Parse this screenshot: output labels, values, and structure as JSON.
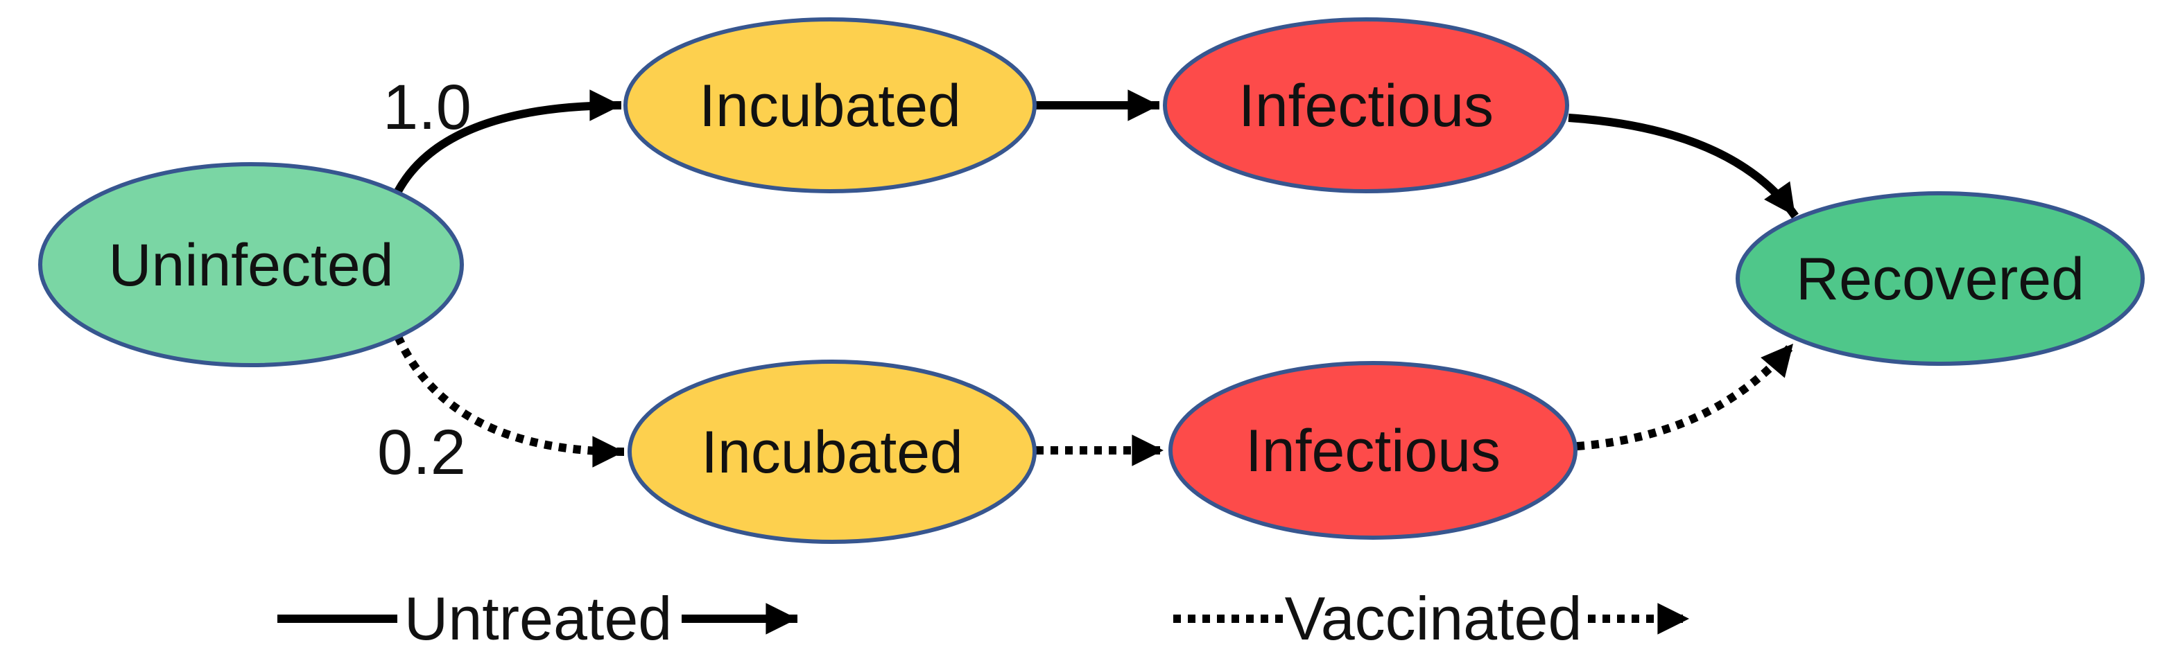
{
  "diagram": {
    "type": "state-transition",
    "nodes": [
      {
        "id": "uninfected",
        "label": "Uninfected",
        "fill": "#7AD6A4",
        "border": "#37568F"
      },
      {
        "id": "incubated-untreated",
        "label": "Incubated",
        "fill": "#FDD04E",
        "border": "#37568F"
      },
      {
        "id": "infectious-untreated",
        "label": "Infectious",
        "fill": "#FD4B4A",
        "border": "#37568F"
      },
      {
        "id": "incubated-vaccinated",
        "label": "Incubated",
        "fill": "#FDD04E",
        "border": "#37568F"
      },
      {
        "id": "infectious-vaccinated",
        "label": "Infectious",
        "fill": "#FD4B4A",
        "border": "#37568F"
      },
      {
        "id": "recovered",
        "label": "Recovered",
        "fill": "#4FC78A",
        "border": "#37568F"
      }
    ],
    "edges": [
      {
        "from": "uninfected",
        "to": "incubated-untreated",
        "style": "solid",
        "label": "1.0"
      },
      {
        "from": "incubated-untreated",
        "to": "infectious-untreated",
        "style": "solid",
        "label": ""
      },
      {
        "from": "infectious-untreated",
        "to": "recovered",
        "style": "solid",
        "label": ""
      },
      {
        "from": "uninfected",
        "to": "incubated-vaccinated",
        "style": "dotted",
        "label": "0.2"
      },
      {
        "from": "incubated-vaccinated",
        "to": "infectious-vaccinated",
        "style": "dotted",
        "label": ""
      },
      {
        "from": "infectious-vaccinated",
        "to": "recovered",
        "style": "dotted",
        "label": ""
      }
    ],
    "legend": {
      "untreated_label": "Untreated",
      "vaccinated_label": "Vaccinated"
    },
    "colors": {
      "edge": "#000000",
      "text": "#111111",
      "node_border": "#37568F",
      "uninfected_green": "#7AD6A4",
      "recovered_green": "#4FC78A",
      "incubated_yellow": "#FDD04E",
      "infectious_red": "#FD4B4A",
      "background": "#FFFFFF"
    }
  }
}
